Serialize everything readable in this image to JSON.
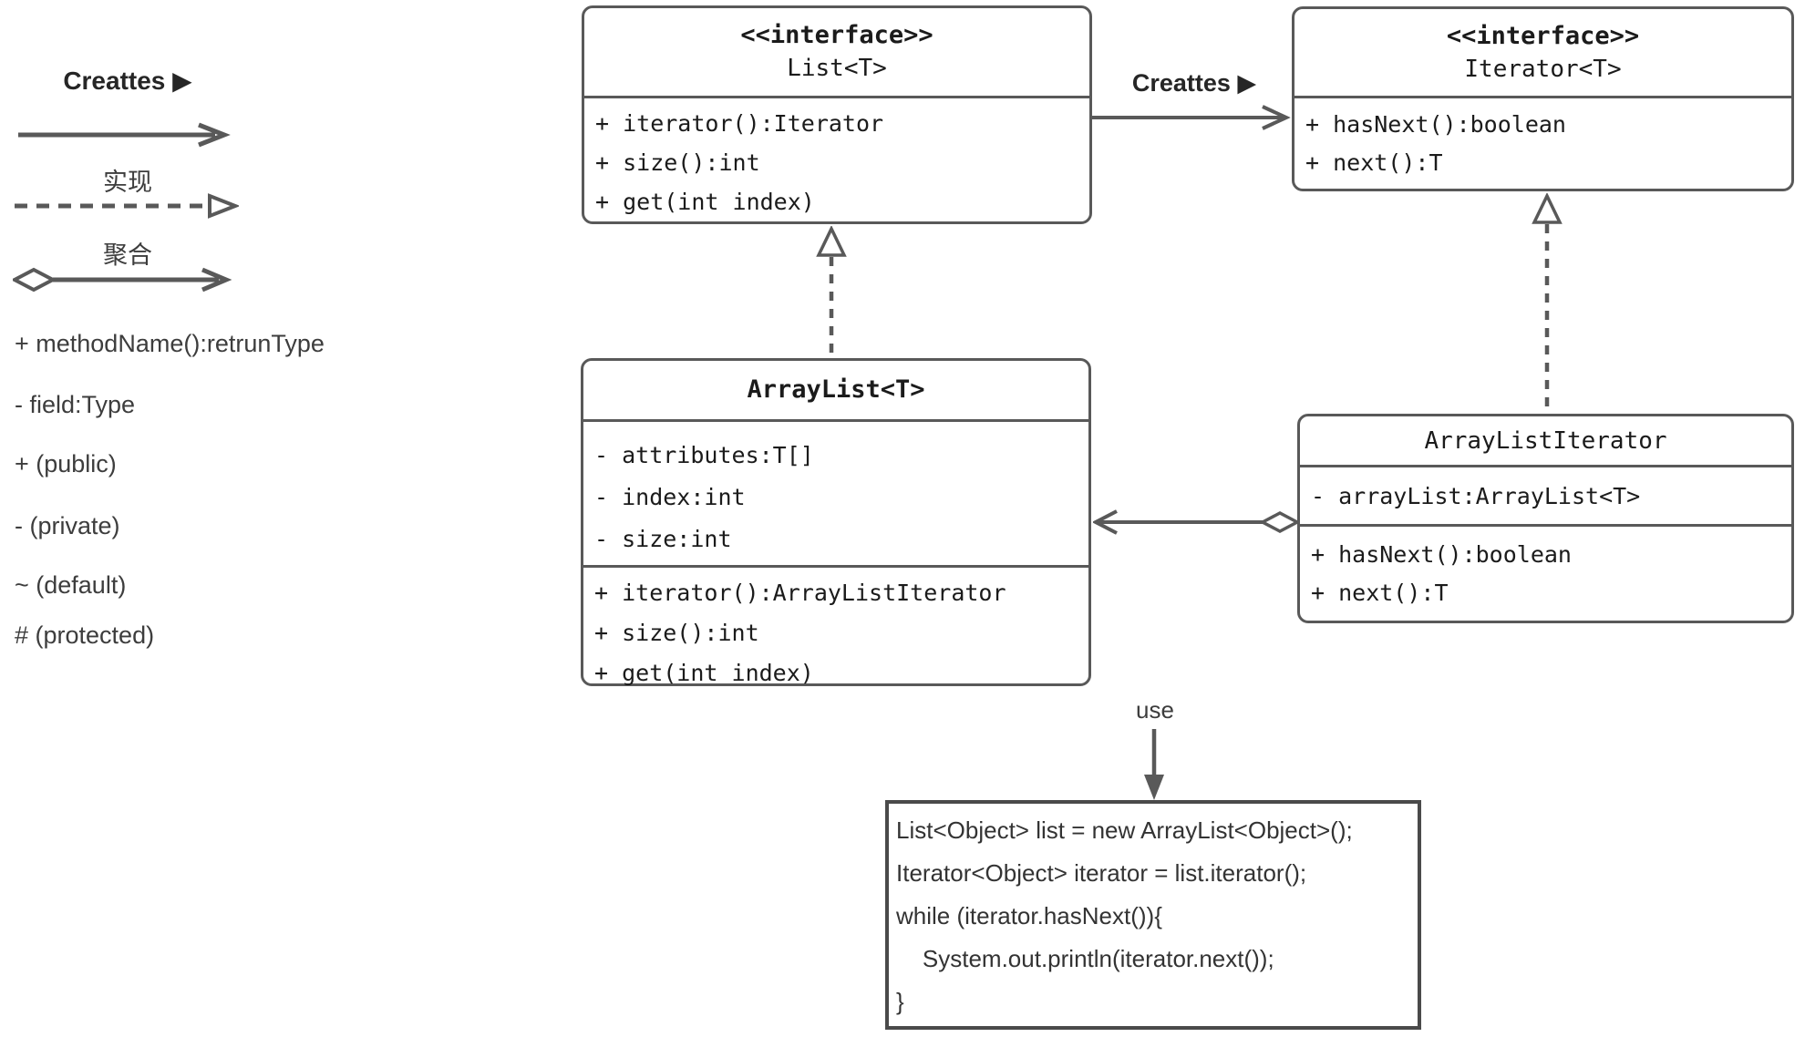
{
  "legend": {
    "creates_label": "Creattes ▶",
    "realization_label": "实现",
    "aggregation_label": "聚合",
    "notation": [
      "+ methodName():retrunType",
      "- field:Type",
      "+ (public)",
      "- (private)",
      "~ (default)",
      "# (protected)"
    ]
  },
  "classes": {
    "list": {
      "stereotype": "<<interface>>",
      "name": "List<T>",
      "methods": [
        "+ iterator():Iterator",
        "+ size():int",
        "+ get(int index)"
      ]
    },
    "iterator": {
      "stereotype": "<<interface>>",
      "name": "Iterator<T>",
      "methods": [
        "+ hasNext():boolean",
        "+ next():T"
      ]
    },
    "arraylist": {
      "name": "ArrayList<T>",
      "attributes": [
        "- attributes:T[]",
        "- index:int",
        "- size:int"
      ],
      "methods": [
        "+ iterator():ArrayListIterator",
        "+ size():int",
        "+ get(int index)"
      ]
    },
    "arraylist_iterator": {
      "name": "ArrayListIterator",
      "attributes": [
        "- arrayList:ArrayList<T>"
      ],
      "methods": [
        "+ hasNext():boolean",
        "+ next():T"
      ]
    }
  },
  "relations": {
    "creates_label": "Creattes ▶",
    "use_label": "use"
  },
  "code": {
    "lines": [
      "List<Object> list = new ArrayList<Object>();",
      "Iterator<Object> iterator = list.iterator();",
      "while (iterator.hasNext()){",
      "    System.out.println(iterator.next());",
      "}"
    ]
  },
  "icons": {
    "solid_arrow": "solid line with open chevron arrowhead",
    "dashed_arrow": "dashed line with hollow triangle arrowhead (realization)",
    "aggregation_arrow": "line with hollow diamond tail and chevron arrowhead",
    "use_arrow": "vertical line with filled arrowhead"
  },
  "colors": {
    "stroke": "#595959",
    "code_border": "#4a4a4a",
    "text_mono": "#1b1b1b",
    "text_plain": "#3d3d3d",
    "background": "#ffffff"
  }
}
